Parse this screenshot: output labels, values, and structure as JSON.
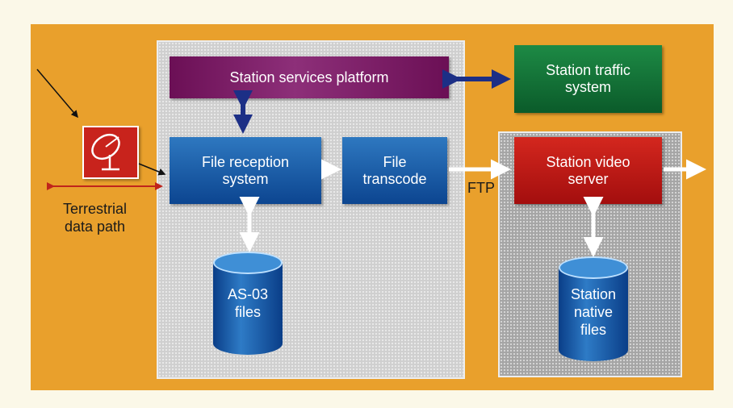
{
  "diagram": {
    "nodes": {
      "station_services_platform": "Station services platform",
      "station_traffic_system": "Station traffic\nsystem",
      "file_reception_system": "File reception\nsystem",
      "file_transcode": "File\ntranscode",
      "station_video_server": "Station video\nserver",
      "as03_files": "AS-03\nfiles",
      "station_native_files": "Station\nnative\nfiles"
    },
    "labels": {
      "ftp": "FTP",
      "terrestrial_data_path": "Terrestrial\ndata path"
    },
    "icons": {
      "satellite": "satellite-dish-icon"
    },
    "colors": {
      "background": "#e9a02c",
      "platform": "#7a1a64",
      "reception": "#1658a8",
      "traffic": "#14763a",
      "video_server": "#c41a16",
      "arrow_dark": "#1c2f86",
      "arrow_red": "#c0241b"
    }
  }
}
